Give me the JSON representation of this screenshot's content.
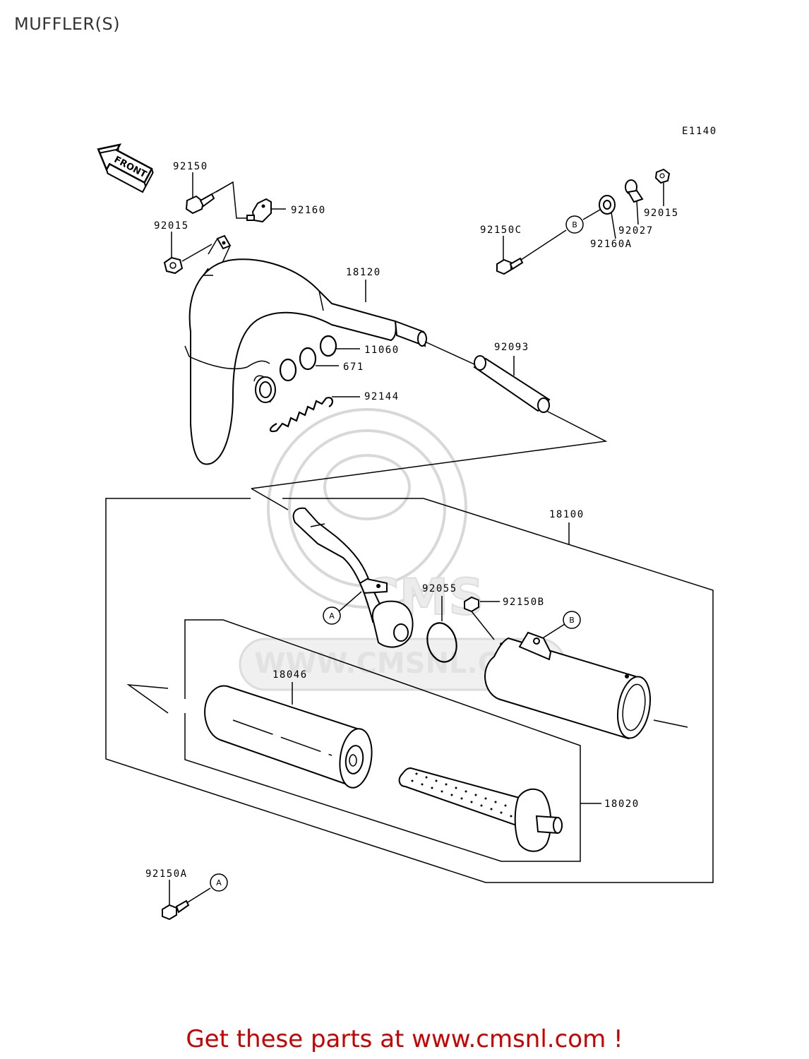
{
  "page": {
    "title": "MUFFLER(S)",
    "footer": "Get these parts at www.cmsnl.com !",
    "diagram_code": "E1140",
    "front_arrow": "FRONT",
    "watermark": "WWW.CMSNL.COM",
    "watermark_badge": "CMS"
  },
  "parts": {
    "p92150": "92150",
    "p92160": "92160",
    "p92015_left": "92015",
    "p92150C": "92150C",
    "p92015_right": "92015",
    "p92027": "92027",
    "p92160A": "92160A",
    "p18120": "18120",
    "p11060": "11060",
    "p671": "671",
    "p92144": "92144",
    "p92093": "92093",
    "p18100": "18100",
    "p92055": "92055",
    "p92150B": "92150B",
    "p18046": "18046",
    "p18020": "18020",
    "p92150A": "92150A"
  },
  "callouts": {
    "a": "A",
    "b": "B"
  },
  "colors": {
    "footer": "#cc0000",
    "title": "#333333",
    "watermark": "#d8d8d8"
  }
}
